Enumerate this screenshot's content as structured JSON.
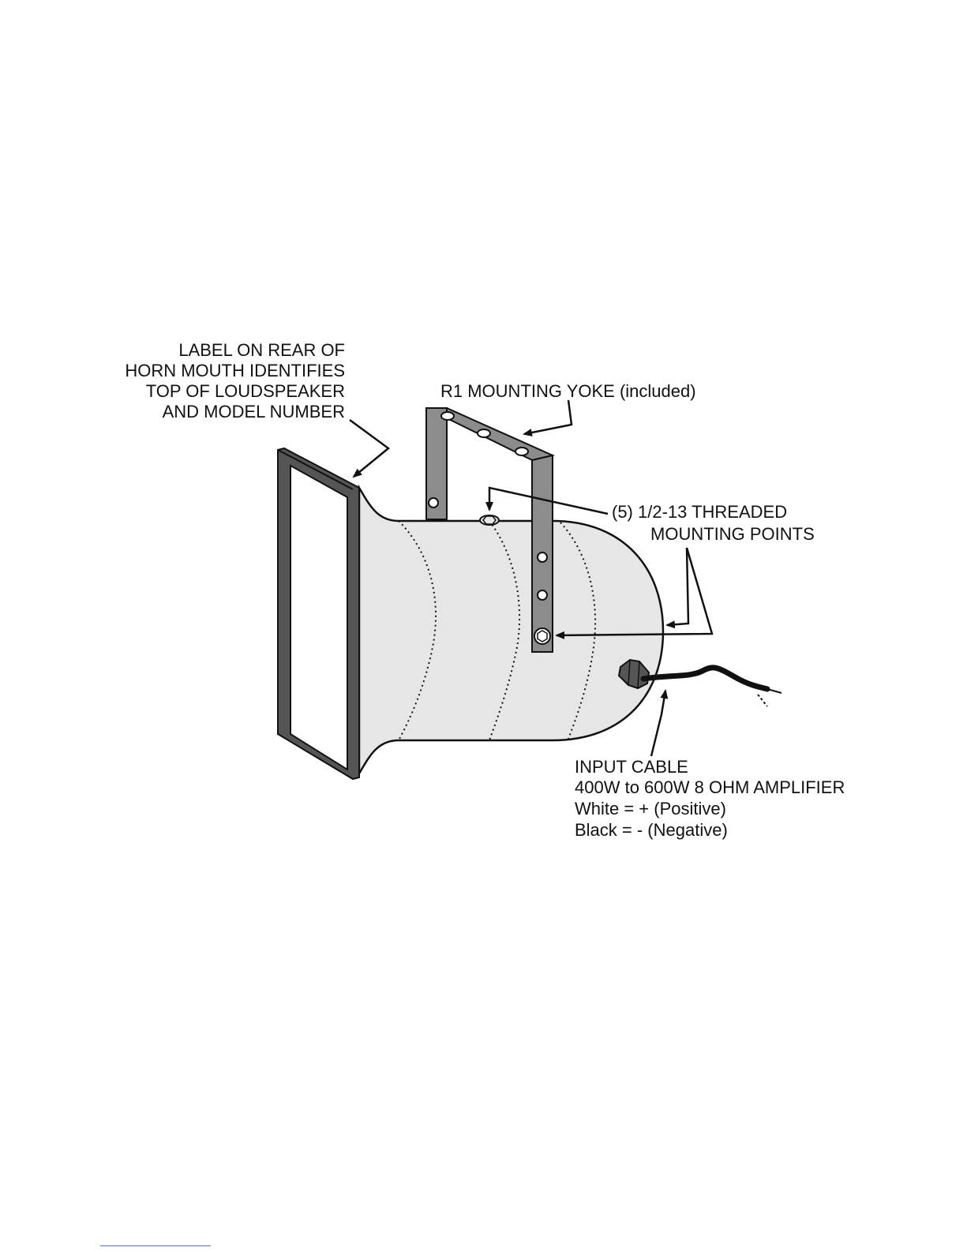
{
  "callouts": {
    "horn_label": {
      "lines": [
        "LABEL ON REAR OF",
        "HORN MOUTH IDENTIFIES",
        "TOP OF LOUDSPEAKER",
        "AND MODEL NUMBER"
      ]
    },
    "yoke": {
      "text": "R1 MOUNTING YOKE (included)"
    },
    "mounting_points": {
      "lines": [
        "(5) 1/2-13 THREADED",
        "MOUNTING POINTS"
      ]
    },
    "input_cable": {
      "lines": [
        "INPUT CABLE",
        "400W to 600W 8 OHM AMPLIFIER",
        "White = + (Positive)",
        "Black =  - (Negative)"
      ]
    }
  },
  "colors": {
    "line": "#111111",
    "body_fill": "#e6e6e6",
    "yoke_fill": "#8c8c8c",
    "frame_fill": "#555555",
    "footer_rule": "#5b6fd6"
  }
}
